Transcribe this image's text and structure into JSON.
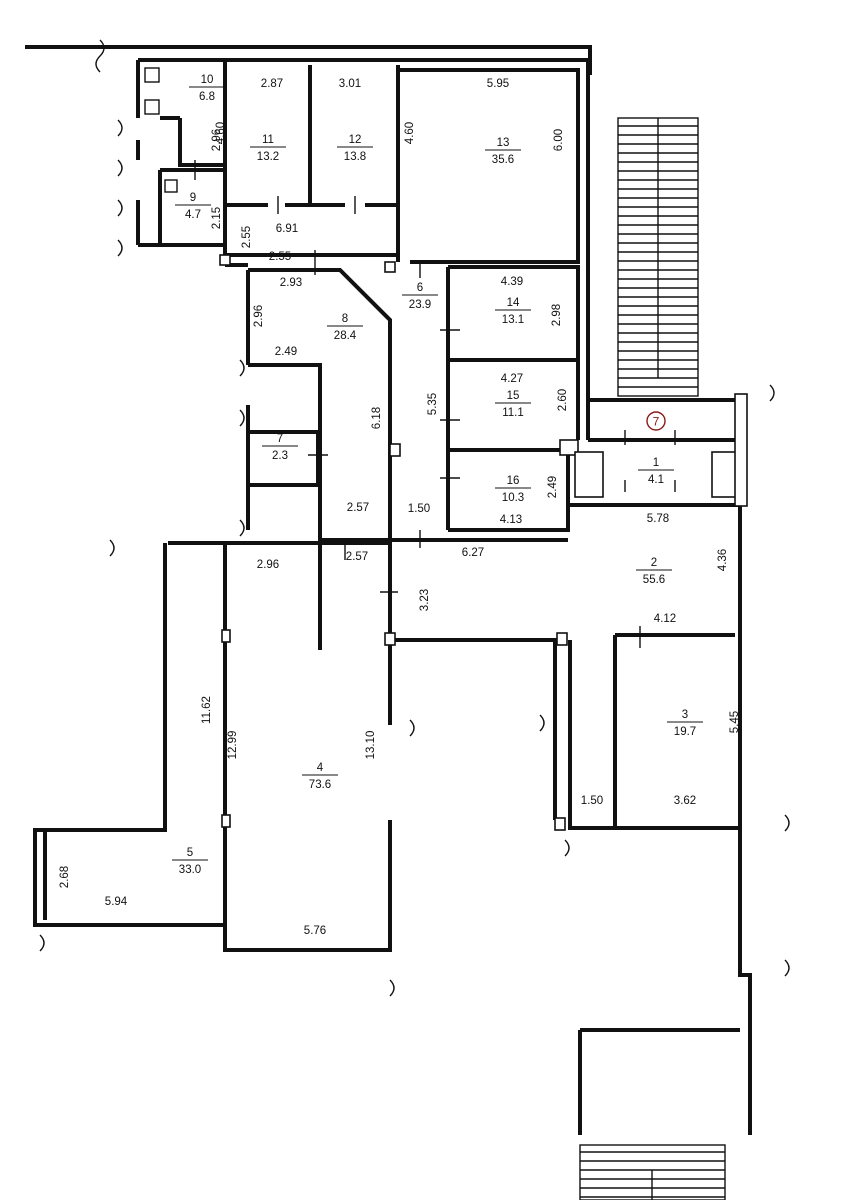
{
  "rooms": [
    {
      "id": "r1",
      "number": "1",
      "area": "4.1"
    },
    {
      "id": "r2",
      "number": "2",
      "area": "55.6"
    },
    {
      "id": "r3",
      "number": "3",
      "area": "19.7"
    },
    {
      "id": "r4",
      "number": "4",
      "area": "73.6"
    },
    {
      "id": "r5",
      "number": "5",
      "area": "33.0"
    },
    {
      "id": "r6",
      "number": "6",
      "area": "23.9"
    },
    {
      "id": "r7",
      "number": "7",
      "area": "2.3"
    },
    {
      "id": "r8",
      "number": "8",
      "area": "28.4"
    },
    {
      "id": "r9",
      "number": "9",
      "area": "4.7"
    },
    {
      "id": "r10",
      "number": "10",
      "area": "6.8"
    },
    {
      "id": "r11",
      "number": "11",
      "area": "13.2"
    },
    {
      "id": "r12",
      "number": "12",
      "area": "13.8"
    },
    {
      "id": "r13",
      "number": "13",
      "area": "35.6"
    },
    {
      "id": "r14",
      "number": "14",
      "area": "13.1"
    },
    {
      "id": "r15",
      "number": "15",
      "area": "11.1"
    },
    {
      "id": "r16",
      "number": "16",
      "area": "10.3"
    }
  ],
  "dimensions": [
    "2.87",
    "3.01",
    "5.95",
    "4.60",
    "4.60",
    "6.00",
    "2.96",
    "2.15",
    "6.91",
    "2.55",
    "2.55",
    "2.93",
    "2.96",
    "4.39",
    "2.98",
    "2.49",
    "4.27",
    "2.60",
    "5.35",
    "6.18",
    "1.50",
    "2.57",
    "2.57",
    "4.13",
    "2.49",
    "5.78",
    "6.27",
    "4.36",
    "2.96",
    "3.23",
    "4.12",
    "11.62",
    "12.99",
    "13.10",
    "5.45",
    "1.50",
    "3.62",
    "2.68",
    "5.94",
    "5.76"
  ],
  "entrance_marker": "7",
  "colors": {
    "walls": "#111111",
    "marker": "#8b1a1a"
  }
}
